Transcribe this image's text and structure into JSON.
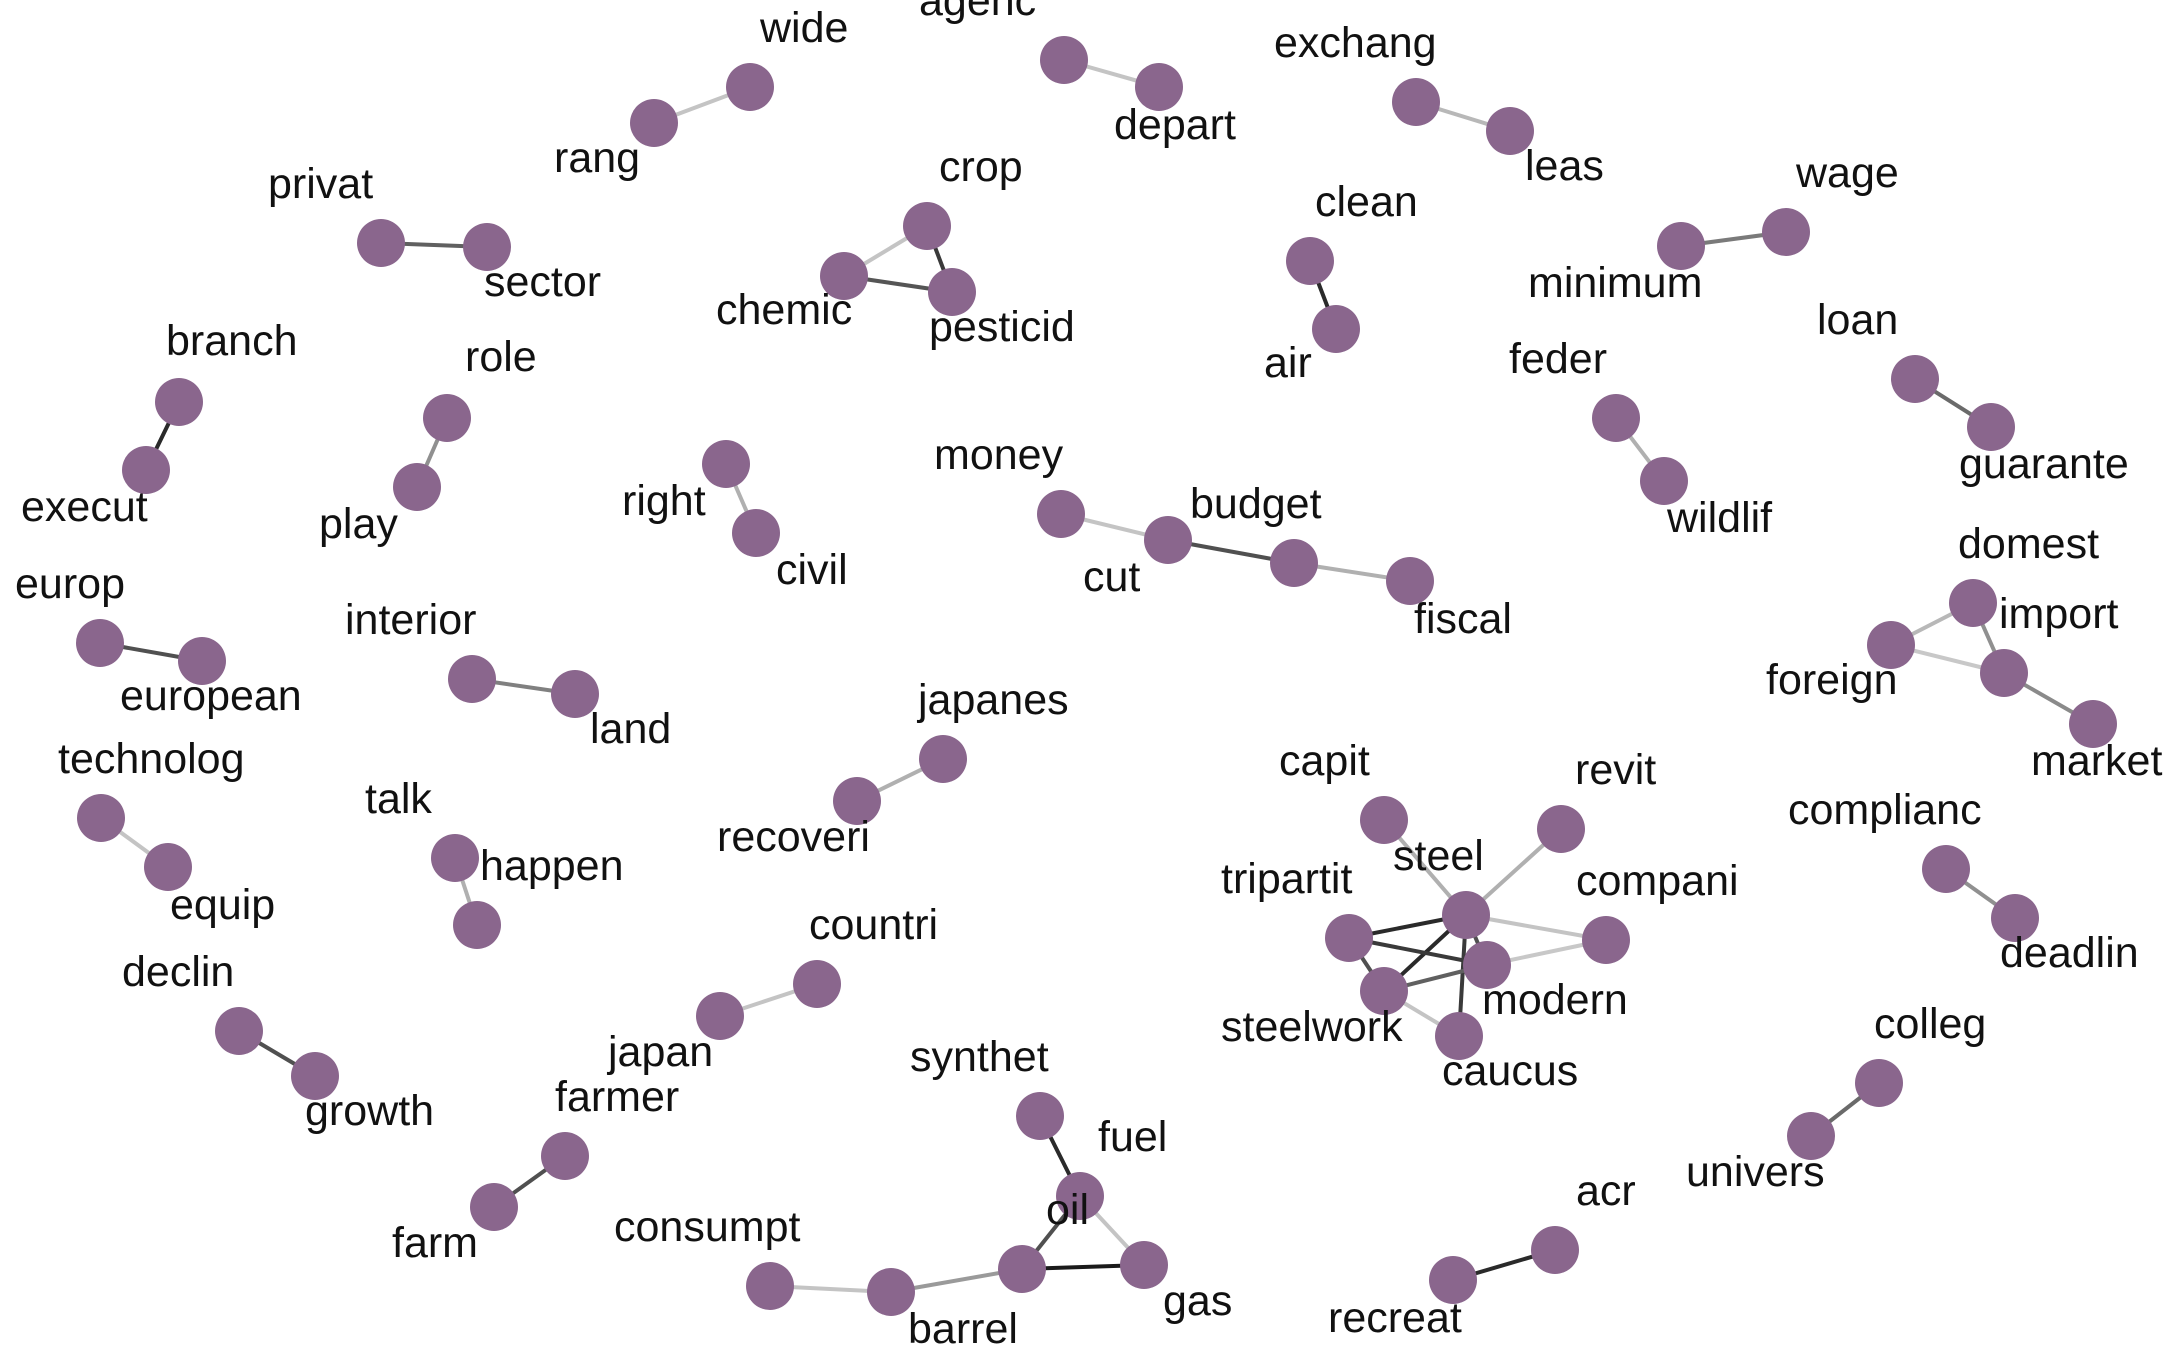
{
  "colors": {
    "node": "#8a668d",
    "label": "#111111",
    "background": "#ffffff"
  },
  "graph": {
    "nodes": [
      {
        "id": "rang",
        "label": "rang"
      },
      {
        "id": "wide",
        "label": "wide"
      },
      {
        "id": "agenc",
        "label": "agenc"
      },
      {
        "id": "depart",
        "label": "depart"
      },
      {
        "id": "exchang",
        "label": "exchang"
      },
      {
        "id": "leas",
        "label": "leas"
      },
      {
        "id": "privat",
        "label": "privat"
      },
      {
        "id": "sector",
        "label": "sector"
      },
      {
        "id": "crop",
        "label": "crop"
      },
      {
        "id": "chemic",
        "label": "chemic"
      },
      {
        "id": "pesticid",
        "label": "pesticid"
      },
      {
        "id": "clean",
        "label": "clean"
      },
      {
        "id": "air",
        "label": "air"
      },
      {
        "id": "minimum",
        "label": "minimum"
      },
      {
        "id": "wage",
        "label": "wage"
      },
      {
        "id": "branch",
        "label": "branch"
      },
      {
        "id": "execut",
        "label": "execut"
      },
      {
        "id": "role",
        "label": "role"
      },
      {
        "id": "play",
        "label": "play"
      },
      {
        "id": "right",
        "label": "right"
      },
      {
        "id": "civil",
        "label": "civil"
      },
      {
        "id": "money",
        "label": "money"
      },
      {
        "id": "cut",
        "label": "cut"
      },
      {
        "id": "budget",
        "label": "budget"
      },
      {
        "id": "fiscal",
        "label": "fiscal"
      },
      {
        "id": "feder",
        "label": "feder"
      },
      {
        "id": "wildlif",
        "label": "wildlif"
      },
      {
        "id": "loan",
        "label": "loan"
      },
      {
        "id": "guarante",
        "label": "guarante"
      },
      {
        "id": "europ",
        "label": "europ"
      },
      {
        "id": "european",
        "label": "european"
      },
      {
        "id": "interior",
        "label": "interior"
      },
      {
        "id": "land",
        "label": "land"
      },
      {
        "id": "domest",
        "label": "domest"
      },
      {
        "id": "foreign",
        "label": "foreign"
      },
      {
        "id": "import",
        "label": "import"
      },
      {
        "id": "market",
        "label": "market"
      },
      {
        "id": "japanes",
        "label": "japanes"
      },
      {
        "id": "recoveri",
        "label": "recoveri"
      },
      {
        "id": "technolog",
        "label": "technolog"
      },
      {
        "id": "equip",
        "label": "equip"
      },
      {
        "id": "talk",
        "label": "talk"
      },
      {
        "id": "happen",
        "label": "happen"
      },
      {
        "id": "capit",
        "label": "capit"
      },
      {
        "id": "revit",
        "label": "revit"
      },
      {
        "id": "steel",
        "label": "steel"
      },
      {
        "id": "tripartit",
        "label": "tripartit"
      },
      {
        "id": "compani",
        "label": "compani"
      },
      {
        "id": "modern",
        "label": "modern"
      },
      {
        "id": "steelwork",
        "label": "steelwork"
      },
      {
        "id": "caucus",
        "label": "caucus"
      },
      {
        "id": "complianc",
        "label": "complianc"
      },
      {
        "id": "deadlin",
        "label": "deadlin"
      },
      {
        "id": "countri",
        "label": "countri"
      },
      {
        "id": "japan",
        "label": "japan"
      },
      {
        "id": "declin",
        "label": "declin"
      },
      {
        "id": "growth",
        "label": "growth"
      },
      {
        "id": "colleg",
        "label": "colleg"
      },
      {
        "id": "univers",
        "label": "univers"
      },
      {
        "id": "farmer",
        "label": "farmer"
      },
      {
        "id": "farm",
        "label": "farm"
      },
      {
        "id": "synthet",
        "label": "synthet"
      },
      {
        "id": "fuel",
        "label": "fuel"
      },
      {
        "id": "oil",
        "label": "oil"
      },
      {
        "id": "gas",
        "label": "gas"
      },
      {
        "id": "consumpt",
        "label": "consumpt"
      },
      {
        "id": "barrel",
        "label": "barrel"
      },
      {
        "id": "acr",
        "label": "acr"
      },
      {
        "id": "recreat",
        "label": "recreat"
      }
    ],
    "edges": [
      {
        "source": "rang",
        "target": "wide",
        "color": "#c4c4c4"
      },
      {
        "source": "agenc",
        "target": "depart",
        "color": "#c4c4c4"
      },
      {
        "source": "exchang",
        "target": "leas",
        "color": "#b8b8b8"
      },
      {
        "source": "privat",
        "target": "sector",
        "color": "#606060"
      },
      {
        "source": "crop",
        "target": "chemic",
        "color": "#c4c4c4"
      },
      {
        "source": "crop",
        "target": "pesticid",
        "color": "#3a3a3a"
      },
      {
        "source": "chemic",
        "target": "pesticid",
        "color": "#555555"
      },
      {
        "source": "clean",
        "target": "air",
        "color": "#2a2a2a"
      },
      {
        "source": "minimum",
        "target": "wage",
        "color": "#7a7a7a"
      },
      {
        "source": "branch",
        "target": "execut",
        "color": "#2a2a2a"
      },
      {
        "source": "role",
        "target": "play",
        "color": "#909090"
      },
      {
        "source": "right",
        "target": "civil",
        "color": "#b0b0b0"
      },
      {
        "source": "money",
        "target": "cut",
        "color": "#c4c4c4"
      },
      {
        "source": "cut",
        "target": "budget",
        "color": "#505050"
      },
      {
        "source": "budget",
        "target": "fiscal",
        "color": "#b0b0b0"
      },
      {
        "source": "feder",
        "target": "wildlif",
        "color": "#b0b0b0"
      },
      {
        "source": "loan",
        "target": "guarante",
        "color": "#6a6a6a"
      },
      {
        "source": "europ",
        "target": "european",
        "color": "#505050"
      },
      {
        "source": "interior",
        "target": "land",
        "color": "#808080"
      },
      {
        "source": "domest",
        "target": "foreign",
        "color": "#b8b8b8"
      },
      {
        "source": "domest",
        "target": "import",
        "color": "#909090"
      },
      {
        "source": "foreign",
        "target": "import",
        "color": "#c8c8c8"
      },
      {
        "source": "import",
        "target": "market",
        "color": "#8a8a8a"
      },
      {
        "source": "japanes",
        "target": "recoveri",
        "color": "#b0b0b0"
      },
      {
        "source": "technolog",
        "target": "equip",
        "color": "#c4c4c4"
      },
      {
        "source": "talk",
        "target": "happen",
        "color": "#b0b0b0"
      },
      {
        "source": "capit",
        "target": "steel",
        "color": "#b0b0b0"
      },
      {
        "source": "revit",
        "target": "steel",
        "color": "#b0b0b0"
      },
      {
        "source": "steel",
        "target": "compani",
        "color": "#c4c4c4"
      },
      {
        "source": "steel",
        "target": "tripartit",
        "color": "#2a2a2a"
      },
      {
        "source": "steel",
        "target": "modern",
        "color": "#505050"
      },
      {
        "source": "steel",
        "target": "steelwork",
        "color": "#2a2a2a"
      },
      {
        "source": "steel",
        "target": "caucus",
        "color": "#3a3a3a"
      },
      {
        "source": "tripartit",
        "target": "modern",
        "color": "#3a3a3a"
      },
      {
        "source": "tripartit",
        "target": "steelwork",
        "color": "#505050"
      },
      {
        "source": "modern",
        "target": "compani",
        "color": "#c8c8c8"
      },
      {
        "source": "modern",
        "target": "steelwork",
        "color": "#606060"
      },
      {
        "source": "steelwork",
        "target": "caucus",
        "color": "#c4c4c4"
      },
      {
        "source": "complianc",
        "target": "deadlin",
        "color": "#909090"
      },
      {
        "source": "countri",
        "target": "japan",
        "color": "#c4c4c4"
      },
      {
        "source": "declin",
        "target": "growth",
        "color": "#505050"
      },
      {
        "source": "colleg",
        "target": "univers",
        "color": "#6a6a6a"
      },
      {
        "source": "farmer",
        "target": "farm",
        "color": "#505050"
      },
      {
        "source": "synthet",
        "target": "fuel",
        "color": "#2a2a2a"
      },
      {
        "source": "fuel",
        "target": "oil",
        "color": "#505050"
      },
      {
        "source": "fuel",
        "target": "gas",
        "color": "#c4c4c4"
      },
      {
        "source": "oil",
        "target": "gas",
        "color": "#1a1a1a"
      },
      {
        "source": "consumpt",
        "target": "barrel",
        "color": "#c4c4c4"
      },
      {
        "source": "barrel",
        "target": "oil",
        "color": "#9a9a9a"
      },
      {
        "source": "acr",
        "target": "recreat",
        "color": "#2a2a2a"
      }
    ]
  }
}
